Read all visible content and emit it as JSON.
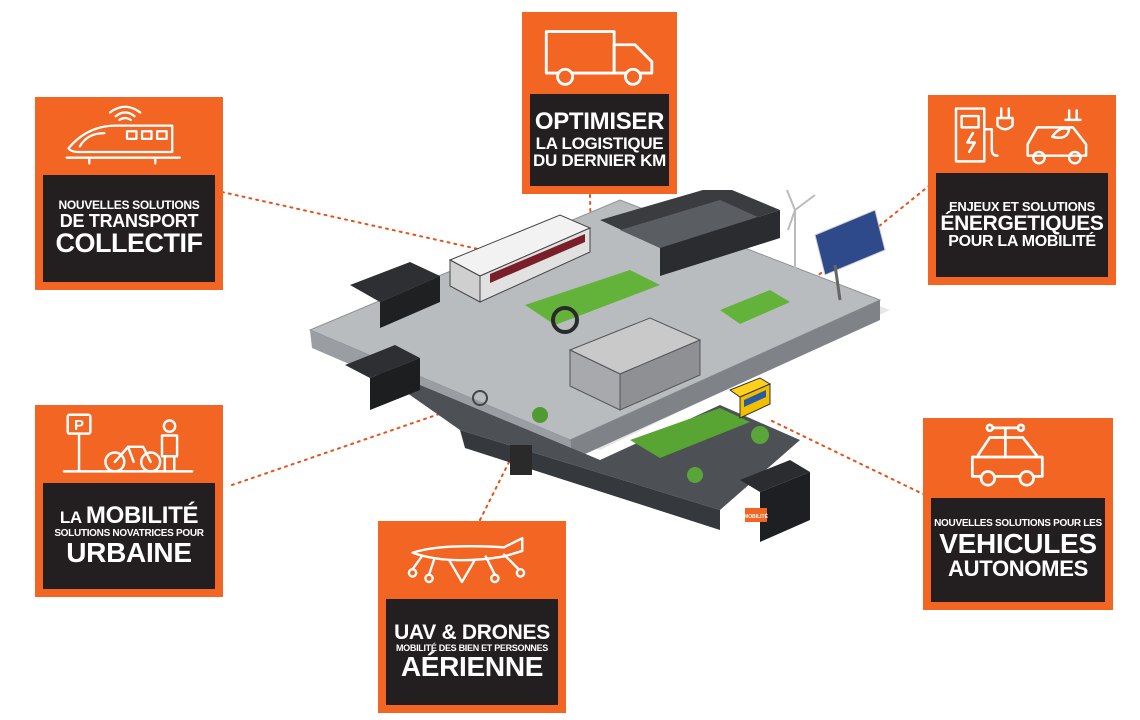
{
  "cards": {
    "transport": {
      "line1": "NOUVELLES SOLUTIONS",
      "line2": "DE TRANSPORT",
      "line3": "COLLECTIF",
      "icon": "high-speed-train-icon"
    },
    "logistique": {
      "line1": "OPTIMISER",
      "line2": "LA LOGISTIQUE",
      "line3": "DU DERNIER KM",
      "icon": "delivery-truck-icon"
    },
    "energie": {
      "line1": "ENJEUX ET SOLUTIONS",
      "line2": "ÉNERGETIQUES",
      "line3": "POUR LA MOBILITÉ",
      "icon": "charging-station-icon"
    },
    "urbaine": {
      "line1a": "LA",
      "line1b": "MOBILITÉ",
      "line2": "SOLUTIONS NOVATRICES POUR",
      "line3": "URBAINE",
      "parking_letter": "P",
      "icon": "parking-bike-icon"
    },
    "drones": {
      "line1": "UAV & DRONES",
      "line2": "MOBILITÉ DES BIEN ET PERSONNES",
      "line3": "AÉRIENNE",
      "icon": "drone-icon"
    },
    "autonomes": {
      "line1": "NOUVELLES SOLUTIONS POUR LES",
      "line2": "VEHICULES",
      "line3": "AUTONOMES",
      "icon": "autonomous-car-icon"
    }
  },
  "scene": {
    "booth_sign": "MOBILITÉ"
  },
  "colors": {
    "accent": "#f26522",
    "dark": "#231f20",
    "connector": "#e8501a"
  }
}
